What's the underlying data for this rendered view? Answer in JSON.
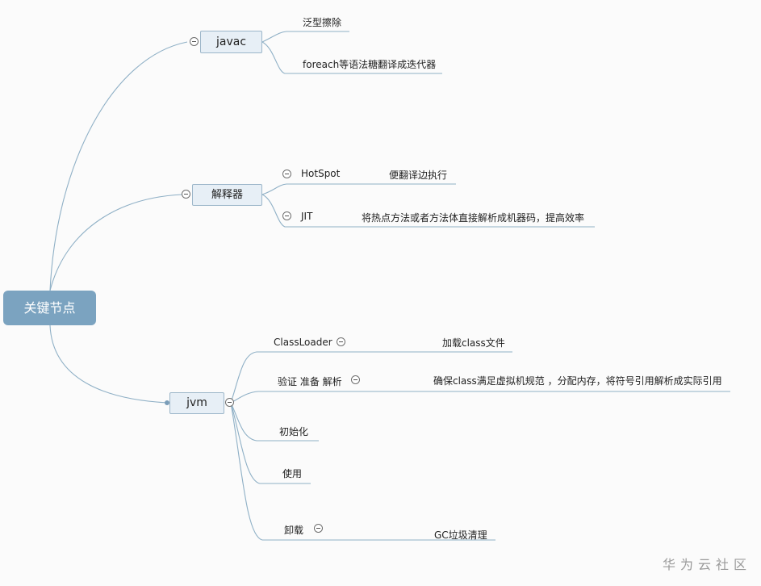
{
  "root": {
    "label": "关键节点"
  },
  "branches": {
    "javac": {
      "label": "javac",
      "children": [
        "泛型擦除",
        "foreach等语法糖翻译成迭代器"
      ]
    },
    "interpreter": {
      "label": "解释器",
      "children": [
        {
          "label": "HotSpot",
          "detail": "便翻译边执行"
        },
        {
          "label": "JIT",
          "detail": "将热点方法或者方法体直接解析成机器码，提高效率"
        }
      ]
    },
    "jvm": {
      "label": "jvm",
      "children": [
        {
          "label": "ClassLoader",
          "detail": "加载class文件"
        },
        {
          "label": "验证 准备 解析",
          "detail": "确保class满足虚拟机规范 ，分配内存，将符号引用解析成实际引用"
        },
        {
          "label": "初始化"
        },
        {
          "label": "使用"
        },
        {
          "label": "卸载",
          "detail": "GC垃圾清理"
        }
      ]
    }
  },
  "watermark": "华为云社区",
  "colors": {
    "line": "#8fb0c6",
    "root": "#7ba3c0",
    "node_fill": "#e7eff6"
  }
}
